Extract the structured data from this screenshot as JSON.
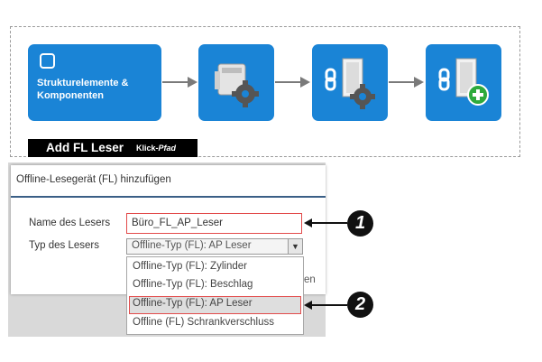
{
  "workflow": {
    "tiles": [
      {
        "label": "Strukturelemente & Komponenten",
        "icon": "checkbox-icon"
      },
      {
        "icon": "device-gear-icon"
      },
      {
        "icon": "door-link-gear-icon"
      },
      {
        "icon": "door-link-add-icon"
      }
    ],
    "banner": {
      "main": "Add FL Leser",
      "sub_prefix": "Klick-",
      "sub_italic": "Pfad"
    },
    "colors": {
      "tile": "#1a84d6",
      "highlight": "#e24b4b"
    }
  },
  "dialog": {
    "title": "Offline-Lesegerät (FL) hinzufügen",
    "name_label": "Name des Lesers",
    "name_value": "Büro_FL_AP_Leser",
    "type_label": "Typ des Lesers",
    "type_value": "Offline-Typ (FL): AP Leser",
    "options": [
      "Offline-Typ (FL): Zylinder",
      "Offline-Typ (FL): Beschlag",
      "Offline-Typ (FL): AP Leser",
      "Offline (FL) Schrankverschluss"
    ],
    "selected_index": 2,
    "peek_text": "en"
  },
  "callouts": {
    "one": "1",
    "two": "2"
  }
}
